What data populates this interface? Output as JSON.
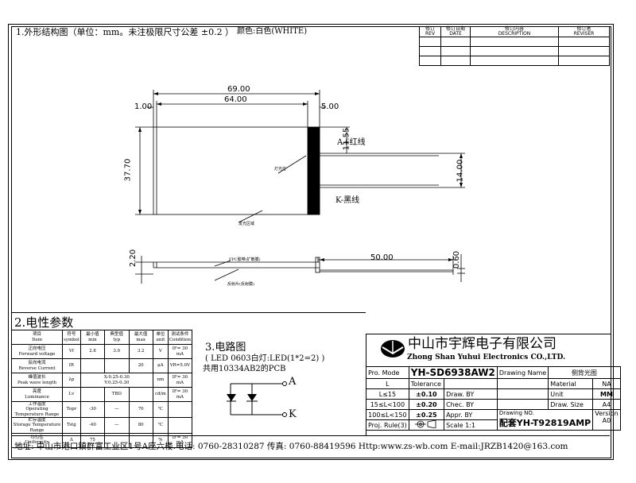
{
  "header": {
    "title": "1.外形结构图（单位：mm。未注极限尺寸公差 ±0.2 ）",
    "color_label": "颜色:白色(WHITE)"
  },
  "revision_table": {
    "headers": [
      {
        "cn": "修订",
        "en": "REV"
      },
      {
        "cn": "修订日期",
        "en": "DATE"
      },
      {
        "cn": "修订内容",
        "en": "DESCRIPTION"
      },
      {
        "cn": "修订者",
        "en": "REVISER"
      }
    ]
  },
  "drawing": {
    "dim_69": "69.00",
    "dim_64": "64.00",
    "dim_1": "1.00",
    "dim_5": "5.00",
    "dim_37_7": "37.70",
    "dim_11_55": "11.55",
    "dim_14": "14.00",
    "dim_50": "50.00",
    "dim_2_2": "2.20",
    "dim_0_6": "0.60",
    "wire_a": "A+红线",
    "wire_k": "K-黑线",
    "note_lamp": "灯光位",
    "note_area": "发光区域",
    "note_tape": "FPC胶带(扩散膜)",
    "note_film": "反射片(反射膜)"
  },
  "electrical": {
    "title": "2.电性参数",
    "headers": [
      [
        "项目",
        "Item"
      ],
      [
        "符号",
        "symbol"
      ],
      [
        "最小值",
        "min"
      ],
      [
        "典型值",
        "typ"
      ],
      [
        "最大值",
        "max"
      ],
      [
        "单位",
        "unit"
      ],
      [
        "测试条件",
        "Condition"
      ]
    ],
    "rows": [
      {
        "item": [
          "正向电压",
          "Forward voltage"
        ],
        "sym": "Vf",
        "min": "2.8",
        "typ": "3.0",
        "max": "3.2",
        "unit": "V",
        "cond": "IF= 30 mA"
      },
      {
        "item": [
          "反向电流",
          "Reverse Current"
        ],
        "sym": "IR",
        "min": "",
        "typ": "",
        "max": "20",
        "unit": "μA",
        "cond": "VR=5.0V"
      },
      {
        "item": [
          "峰值波长",
          "Peak wave length"
        ],
        "sym": "λp",
        "min": "X:0.25-0.30",
        "typ": "Y:0.25-0.30",
        "max": "",
        "unit": "nm",
        "cond": "IF= 30 mA"
      },
      {
        "item": [
          "亮度",
          "Luminance"
        ],
        "sym": "Lv",
        "min": "",
        "typ": "TBD",
        "max": "",
        "unit": "cd/m",
        "cond": "IF= 30 mA"
      },
      {
        "item": [
          "工作温度",
          "Operating Temperature Range"
        ],
        "sym": "Topr",
        "min": "-30",
        "typ": "—",
        "max": "70",
        "unit": "℃",
        "cond": ""
      },
      {
        "item": [
          "贮存温度",
          "Storage Temperature Range"
        ],
        "sym": "Tstg",
        "min": "-40",
        "typ": "—",
        "max": "80",
        "unit": "℃",
        "cond": ""
      },
      {
        "item": [
          "均匀性",
          "Uniformity"
        ],
        "sym": "Δ",
        "min": "75",
        "typ": "",
        "max": "",
        "unit": "%",
        "cond": "IF= 30 mA"
      }
    ]
  },
  "circuit": {
    "title": "3.电路图",
    "line1": "( LED 0603白灯:LED(1*2=2) )",
    "line2": "共用10334AB2的PCB",
    "anode": "A",
    "cathode": "K"
  },
  "title_block": {
    "company_cn": "中山市宇辉电子有限公司",
    "company_en": "Zhong Shan Yuhui Electronics CO.,LTD.",
    "pro_mode_label": "Pro. Mode",
    "pro_mode_value": "YH-SD6938AW2",
    "drawing_name_label": "Drawing Name",
    "drawing_name_value": "侧背光图",
    "tol_header_l": "L",
    "tol_header": "Tolerance",
    "tol_rows": [
      {
        "range": "L≤15",
        "tol": "±0.10",
        "role": "Chec. BY"
      },
      {
        "range": "15≤L<100",
        "tol": "±0.20",
        "role": "Appr. BY"
      },
      {
        "range": "100≤L<150",
        "tol": "±0.25",
        "role": "Scale"
      }
    ],
    "draw_by": "Draw. BY",
    "proj_rule": "Proj. Rule(3)",
    "material_label": "Material",
    "material_value": "NA",
    "unit_label": "Unit",
    "unit_value": "MM",
    "size_label": "Draw. Size",
    "size_value": "A4",
    "scale_value": "1:1",
    "drawing_no_label": "Drawing NO.",
    "drawing_no_value": "配套YH-T92819AMP",
    "version_label": "Version",
    "version_value": "A0"
  },
  "footer": {
    "address": "地址: 中山市港口镇群富工业区1号A座六楼.电话: 0760-28310287 传真: 0760-88419596 Http:www.zs-wb.com  E-mail:JRZB1420@163.com"
  }
}
